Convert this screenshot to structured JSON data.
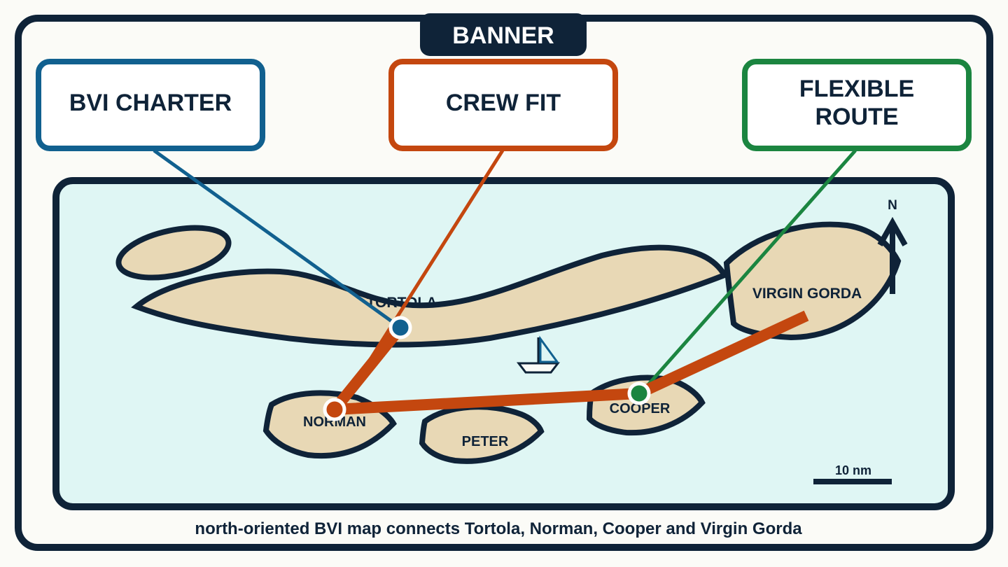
{
  "banner": {
    "label": "BANNER"
  },
  "callouts": {
    "bvi_charter": {
      "line1": "BVI CHARTER",
      "color": "#11608f"
    },
    "crew_fit": {
      "line1": "CREW FIT",
      "color": "#c4470f"
    },
    "flexible_route": {
      "line1": "FLEXIBLE",
      "line2": "ROUTE",
      "color": "#1b8540"
    }
  },
  "map": {
    "sea_color": "#dff6f4",
    "land_color": "#e8d8b5",
    "outline_color": "#0f2338",
    "route_color": "#c4470f",
    "islands": {
      "tortola": "TORTOLA",
      "virgin_gorda": "VIRGIN GORDA",
      "norman": "NORMAN",
      "peter": "PETER",
      "cooper": "COOPER"
    },
    "north_label": "N",
    "scale_label": "10 nm"
  },
  "caption": "north-oriented BVI map connects Tortola, Norman, Cooper and Virgin Gorda"
}
